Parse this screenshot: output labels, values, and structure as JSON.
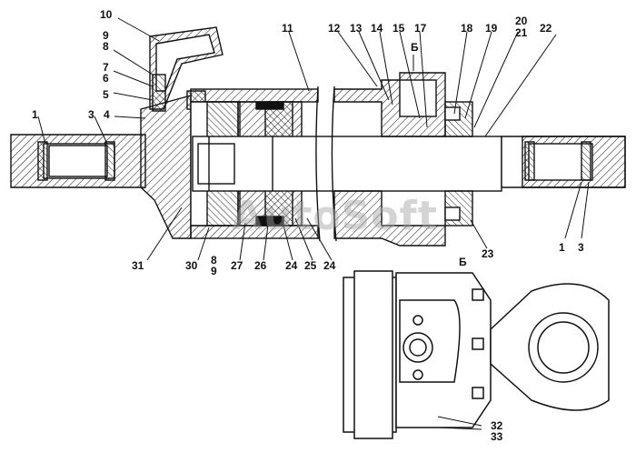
{
  "diagram": {
    "view_label": "Б",
    "section_mark": "Б",
    "watermark": "AutoSoft",
    "callouts": {
      "n10": "10",
      "n9a": "9",
      "n8a": "8",
      "n7": "7",
      "n6": "6",
      "n5": "5",
      "n1a": "1",
      "n3a": "3",
      "n4": "4",
      "n11": "11",
      "n12": "12",
      "n13": "13",
      "n14": "14",
      "n15": "15",
      "n17": "17",
      "n18": "18",
      "n19": "19",
      "n20": "20",
      "n21": "21",
      "n22": "22",
      "n31": "31",
      "n30": "30",
      "n8b": "8",
      "n9b": "9",
      "n27": "27",
      "n26": "26",
      "n24a": "24",
      "n25": "25",
      "n24b": "24",
      "n23": "23",
      "n1b": "1",
      "n3b": "3",
      "n32": "32",
      "n33": "33"
    }
  }
}
